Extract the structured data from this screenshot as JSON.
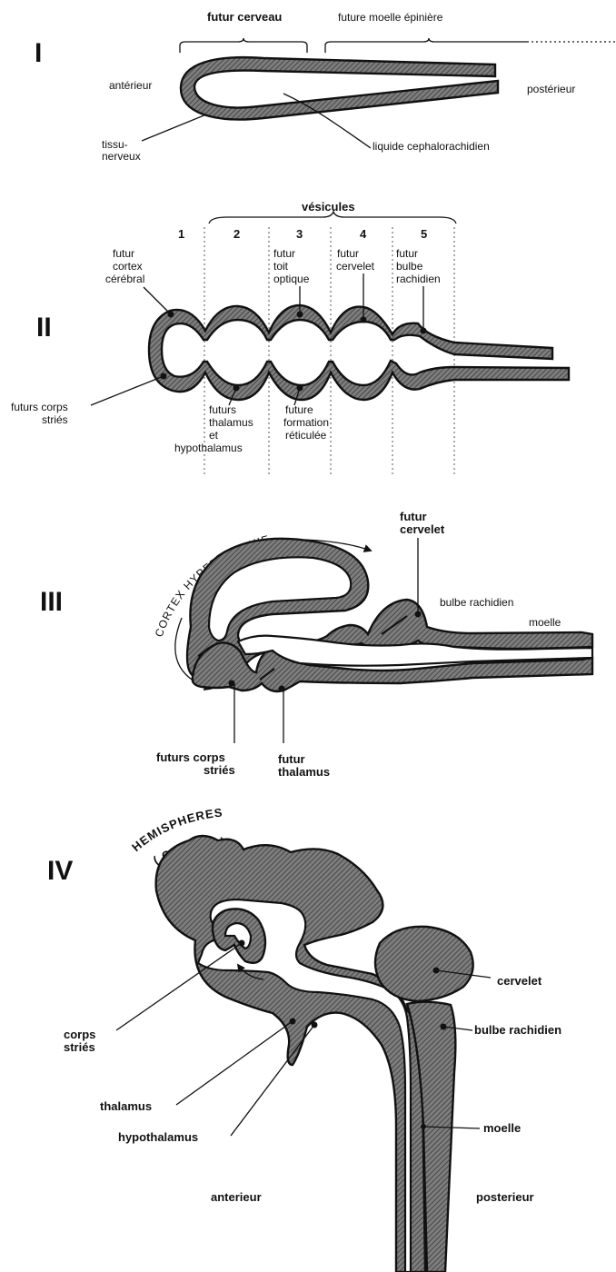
{
  "stages": {
    "i": {
      "numeral": "I",
      "futur_cerveau": "futur cerveau",
      "future_moelle": "future moelle épinière",
      "anterieur": "antérieur",
      "posterieur": "postérieur",
      "tissu_1": "tissu-",
      "tissu_2": "nerveux",
      "liquide": "liquide cephalorachidien"
    },
    "ii": {
      "numeral": "II",
      "vesicules": "vésicules",
      "numbers": [
        "1",
        "2",
        "3",
        "4",
        "5"
      ],
      "cortex": [
        "futur",
        "cortex",
        "cérébral"
      ],
      "toit": [
        "futur",
        "toit",
        "optique"
      ],
      "cervelet": [
        "futur",
        "cervelet"
      ],
      "bulbe": [
        "futur",
        "bulbe",
        "rachidien"
      ],
      "corps": [
        "futurs corps",
        "striés"
      ],
      "thalamus": [
        "futurs",
        "thalamus",
        "et",
        "hypothalamus"
      ],
      "formation": [
        "future",
        "formation",
        "réticulée"
      ]
    },
    "iii": {
      "numeral": "III",
      "cortex_hyper": "CORTEX HYPERTROPHIE",
      "cervelet": [
        "futur",
        "cervelet"
      ],
      "bulbe": "bulbe rachidien",
      "moelle": "moelle",
      "corps": [
        "futurs corps",
        "striés"
      ],
      "thalamus": [
        "futur",
        "thalamus"
      ]
    },
    "iv": {
      "numeral": "IV",
      "hemispheres": "HEMISPHERES",
      "cortex": "( CORTEX )",
      "cervelet": "cervelet",
      "bulbe": "bulbe rachidien",
      "corps": [
        "corps",
        "striés"
      ],
      "thalamus": "thalamus",
      "hypothalamus": "hypothalamus",
      "moelle": "moelle",
      "anterieur": "anterieur",
      "posterieur": "posterieur"
    }
  }
}
